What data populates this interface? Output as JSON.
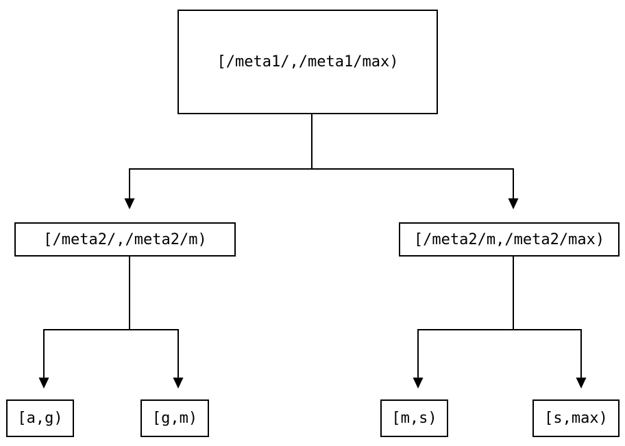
{
  "diagram": {
    "type": "tree",
    "background_color": "#ffffff",
    "line_color": "#000000",
    "nodes": {
      "root": {
        "label": "[/meta1/,/meta1/max)"
      },
      "left": {
        "label": "[/meta2/,/meta2/m)"
      },
      "right": {
        "label": "[/meta2/m,/meta2/max)"
      },
      "leaf_ag": {
        "label": "[a,g)"
      },
      "leaf_gm": {
        "label": "[g,m)"
      },
      "leaf_ms": {
        "label": "[m,s)"
      },
      "leaf_smax": {
        "label": "[s,max)"
      }
    },
    "edges": [
      {
        "from": "root",
        "to": "left"
      },
      {
        "from": "root",
        "to": "right"
      },
      {
        "from": "left",
        "to": "leaf_ag"
      },
      {
        "from": "left",
        "to": "leaf_gm"
      },
      {
        "from": "right",
        "to": "leaf_ms"
      },
      {
        "from": "right",
        "to": "leaf_smax"
      }
    ]
  }
}
